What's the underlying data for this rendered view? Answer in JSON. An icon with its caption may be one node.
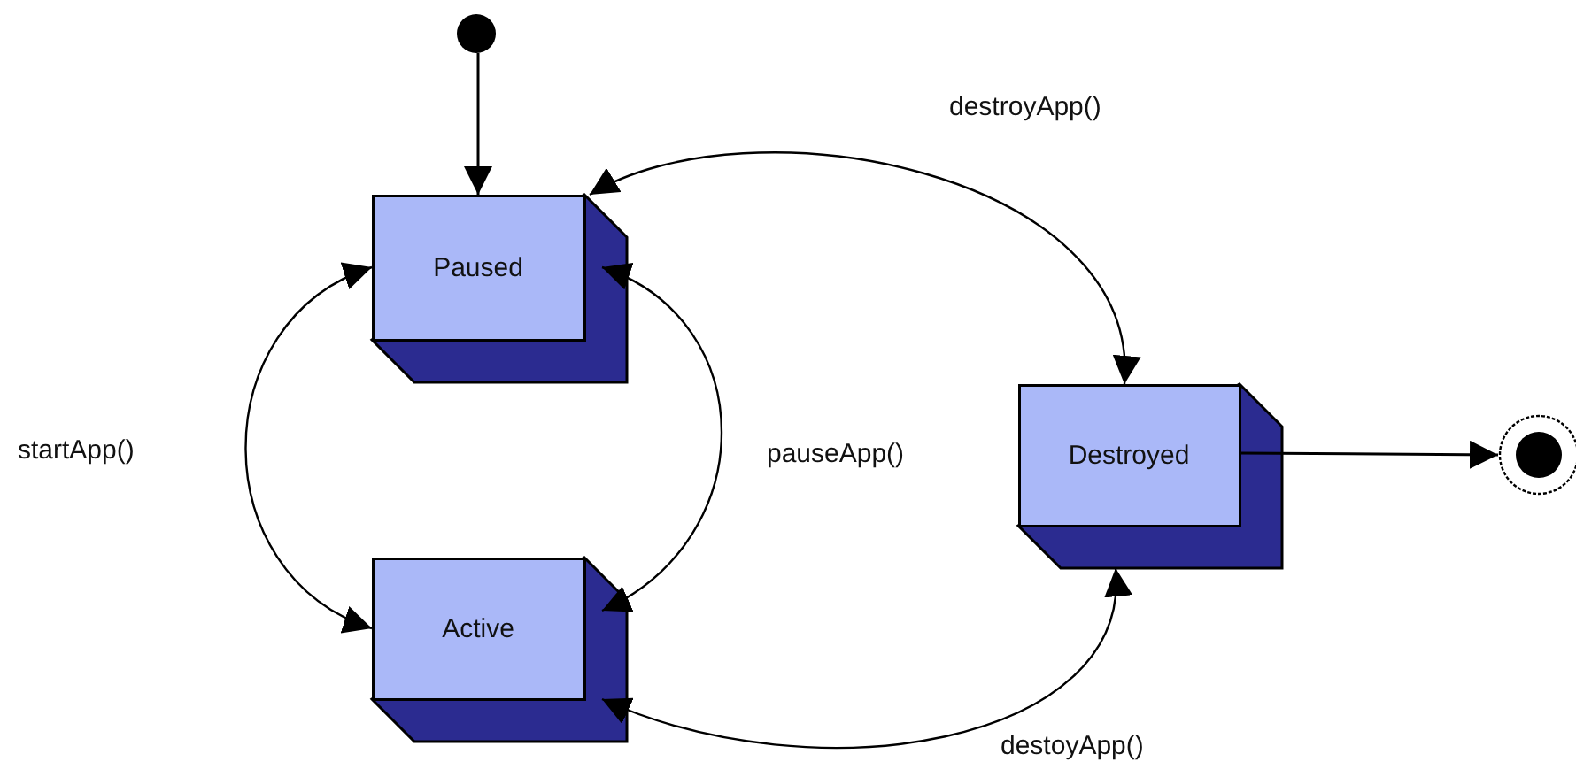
{
  "diagram": {
    "nodes": [
      {
        "text": [],
        "shape": "circle"
      },
      {
        "text": [
          "Paused"
        ]
      },
      {
        "text": [
          "Active"
        ]
      },
      {
        "text": [
          "Destroyed"
        ]
      },
      {
        "text": [],
        "shape": "circle"
      }
    ],
    "edges": [
      {
        "from": 0,
        "to": 1,
        "arrow": "to"
      },
      {
        "from": 1,
        "to": 2,
        "arrow": "both",
        "label": "startApp()"
      },
      {
        "from": 2,
        "to": 1,
        "arrow": "both",
        "label": "pauseApp()"
      },
      {
        "from": 1,
        "to": 3,
        "arrow": "both",
        "label": "destroyApp()"
      },
      {
        "from": 2,
        "to": 3,
        "arrow": "both",
        "label": "destoyApp()"
      },
      {
        "from": 3,
        "to": 4,
        "arrow": "to"
      }
    ]
  }
}
